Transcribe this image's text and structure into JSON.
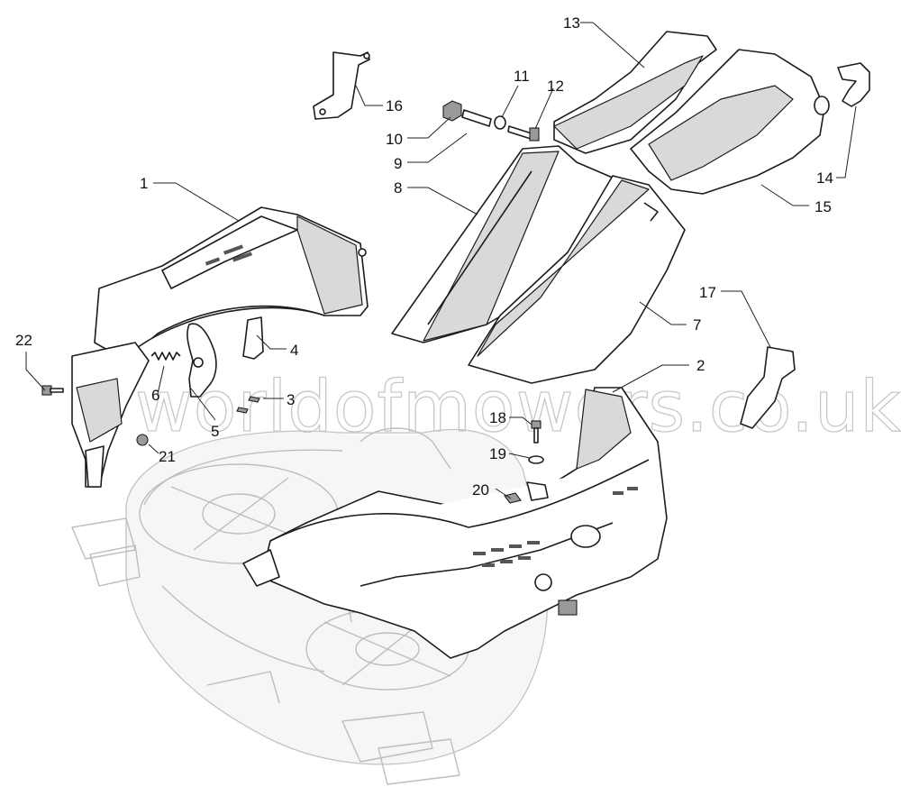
{
  "watermark": "worldofmowers.co.uk",
  "callouts": [
    {
      "id": "1",
      "label": "1"
    },
    {
      "id": "2",
      "label": "2"
    },
    {
      "id": "3",
      "label": "3"
    },
    {
      "id": "4",
      "label": "4"
    },
    {
      "id": "5",
      "label": "5"
    },
    {
      "id": "6",
      "label": "6"
    },
    {
      "id": "7",
      "label": "7"
    },
    {
      "id": "8",
      "label": "8"
    },
    {
      "id": "9",
      "label": "9"
    },
    {
      "id": "10",
      "label": "10"
    },
    {
      "id": "11",
      "label": "11"
    },
    {
      "id": "12",
      "label": "12"
    },
    {
      "id": "13",
      "label": "13"
    },
    {
      "id": "14",
      "label": "14"
    },
    {
      "id": "15",
      "label": "15"
    },
    {
      "id": "16",
      "label": "16"
    },
    {
      "id": "17",
      "label": "17"
    },
    {
      "id": "18",
      "label": "18"
    },
    {
      "id": "19",
      "label": "19"
    },
    {
      "id": "20",
      "label": "20"
    },
    {
      "id": "21",
      "label": "21"
    },
    {
      "id": "22",
      "label": "22"
    }
  ]
}
